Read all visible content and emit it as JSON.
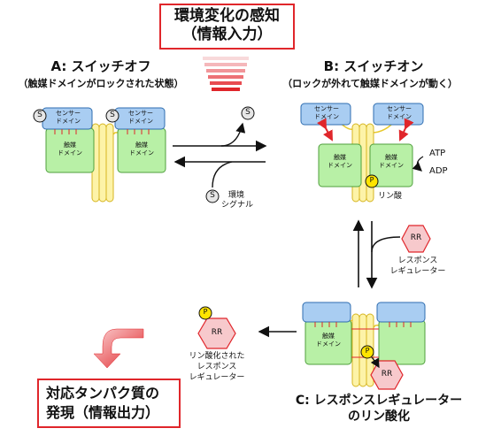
{
  "header": {
    "line1": "環境変化の感知",
    "line2": "（情報入力）"
  },
  "state_a": {
    "title": "A: スイッチオフ",
    "subtitle": "（触媒ドメインがロックされた状態）"
  },
  "state_b": {
    "title": "B: スイッチオン",
    "subtitle": "（ロックが外れて触媒ドメインが動く）"
  },
  "state_c": {
    "title_line1": "C: レスポンスレギュレーター",
    "title_line2": "のリン酸化"
  },
  "labels": {
    "sensor_domain": [
      "センサー",
      "ドメイン"
    ],
    "catalytic_domain": [
      "触媒",
      "ドメイン"
    ],
    "signal_s": "S",
    "env_signal": [
      "環境",
      "シグナル"
    ],
    "atp": "ATP",
    "adp": "ADP",
    "phospho_p": "P",
    "phosphoric": "リン酸",
    "rr": "RR",
    "response_regulator": [
      "レスポンス",
      "レギュレーター"
    ],
    "phosphorylated_rr": [
      "リン酸化された",
      "レスポンス",
      "レギュレーター"
    ]
  },
  "output": {
    "line1": "対応タンパク質の",
    "line2": "発現（情報出力）"
  },
  "colors": {
    "accent_red": "#e0262b",
    "sensor_fill": "#a9cdf2",
    "catalytic_fill": "#b8f0a6",
    "helix_fill": "#fdf3a8",
    "rr_fill": "#f7c9cc",
    "p_fill": "#ffe400"
  }
}
